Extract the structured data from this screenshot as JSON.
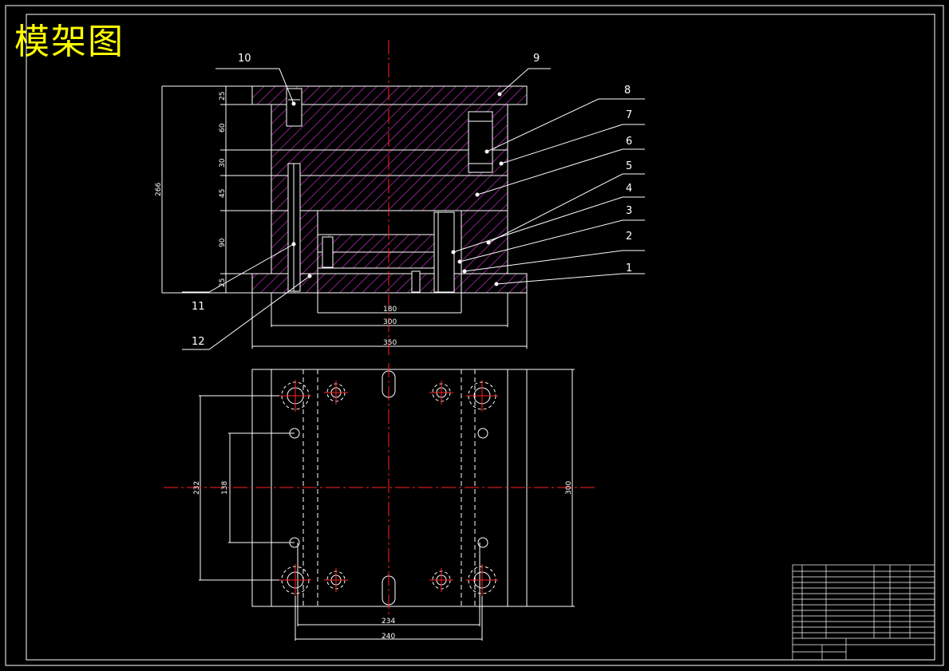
{
  "title": "模架图",
  "callouts": [
    "1",
    "2",
    "3",
    "4",
    "5",
    "6",
    "7",
    "8",
    "9",
    "10",
    "11",
    "12"
  ],
  "dimensions": {
    "left_total": "266",
    "left_segments": [
      "25",
      "60",
      "30",
      "45",
      "90",
      "25"
    ],
    "bottom": [
      "180",
      "300",
      "350"
    ],
    "plan_left": [
      "232",
      "138"
    ],
    "plan_right": "300",
    "plan_bottom": [
      "234",
      "240"
    ]
  },
  "colors": {
    "hatch": "#cc33cc",
    "outline": "#ffffff",
    "center": "#ff2020",
    "title": "#ffff00"
  }
}
